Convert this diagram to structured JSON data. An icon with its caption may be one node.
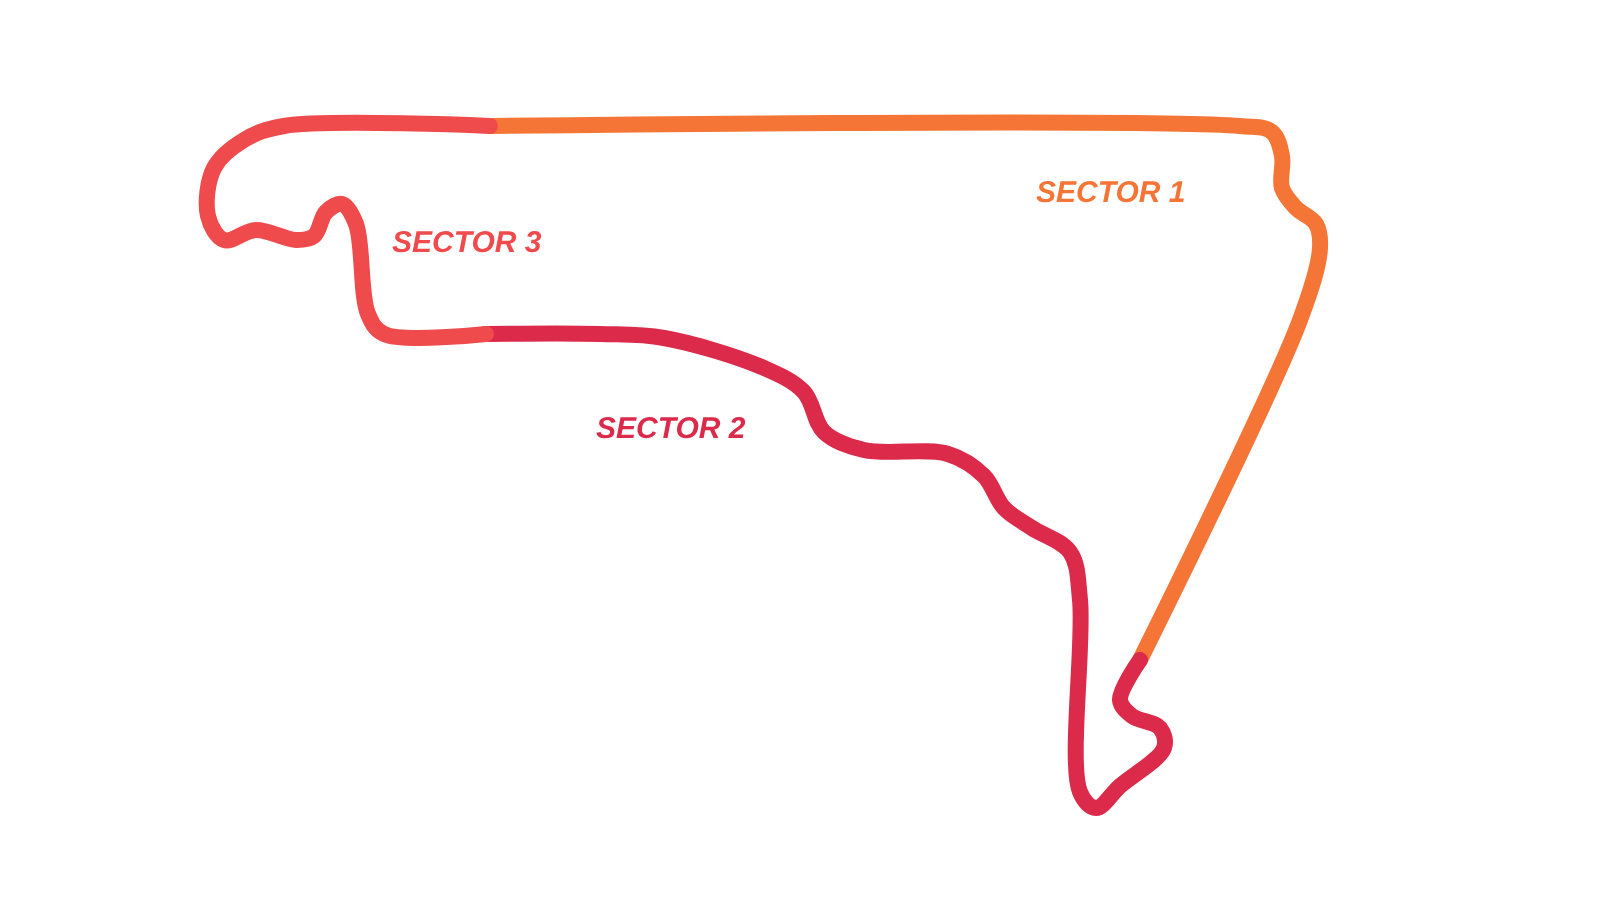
{
  "diagram": {
    "labels": [
      "SECTOR 1",
      "SECTOR 3",
      "SECTOR 2"
    ]
  }
}
